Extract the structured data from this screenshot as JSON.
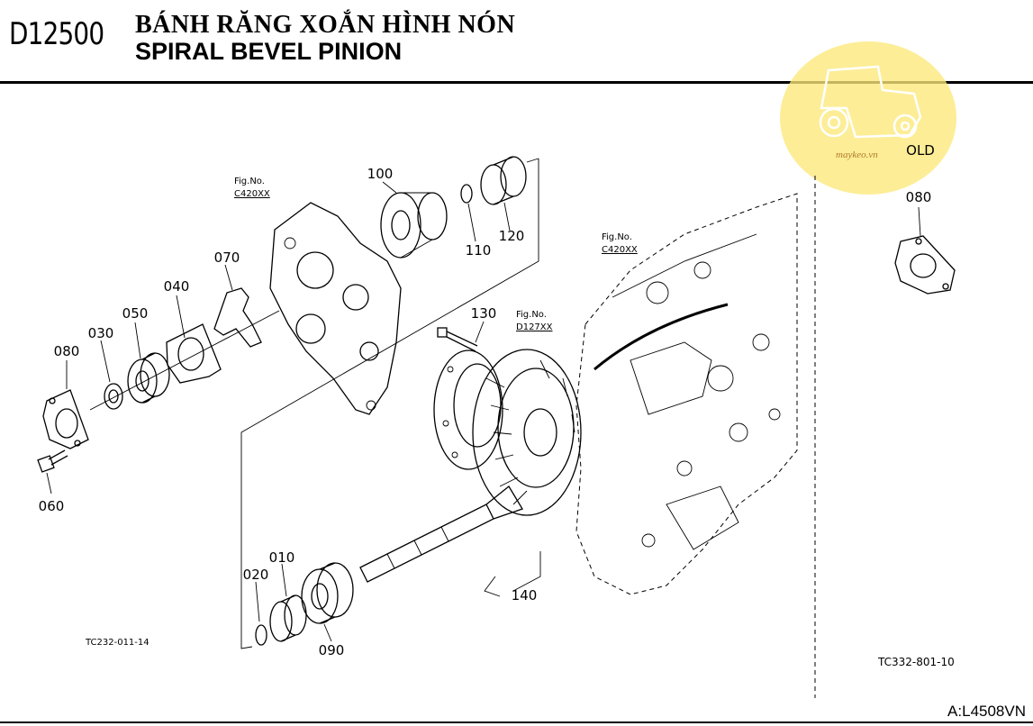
{
  "header": {
    "code": "D12500",
    "title_vn": "BÁNH RĂNG XOẮN HÌNH NÓN",
    "title_en": "SPIRAL BEVEL PINION"
  },
  "figure_refs": {
    "fig_a_label": "Fig.No.",
    "fig_a_value": "C420XX",
    "fig_b_label": "Fig.No.",
    "fig_b_value": "C420XX",
    "fig_c_label": "Fig.No.",
    "fig_c_value": "D127XX"
  },
  "part_labels": {
    "p010": "010",
    "p020": "020",
    "p030": "030",
    "p040": "040",
    "p050": "050",
    "p060": "060",
    "p070": "070",
    "p080": "080",
    "p090": "090",
    "p100": "100",
    "p110": "110",
    "p120": "120",
    "p130": "130",
    "p140": "140",
    "old_label": "OLD",
    "old_part": "080"
  },
  "drawing_codes": {
    "left": "TC232-011-14",
    "right": "TC332-801-10"
  },
  "footer": {
    "ref": "A:L4508VN"
  },
  "watermark": {
    "text": "maykeo.vn",
    "color": "#f7df6a"
  }
}
